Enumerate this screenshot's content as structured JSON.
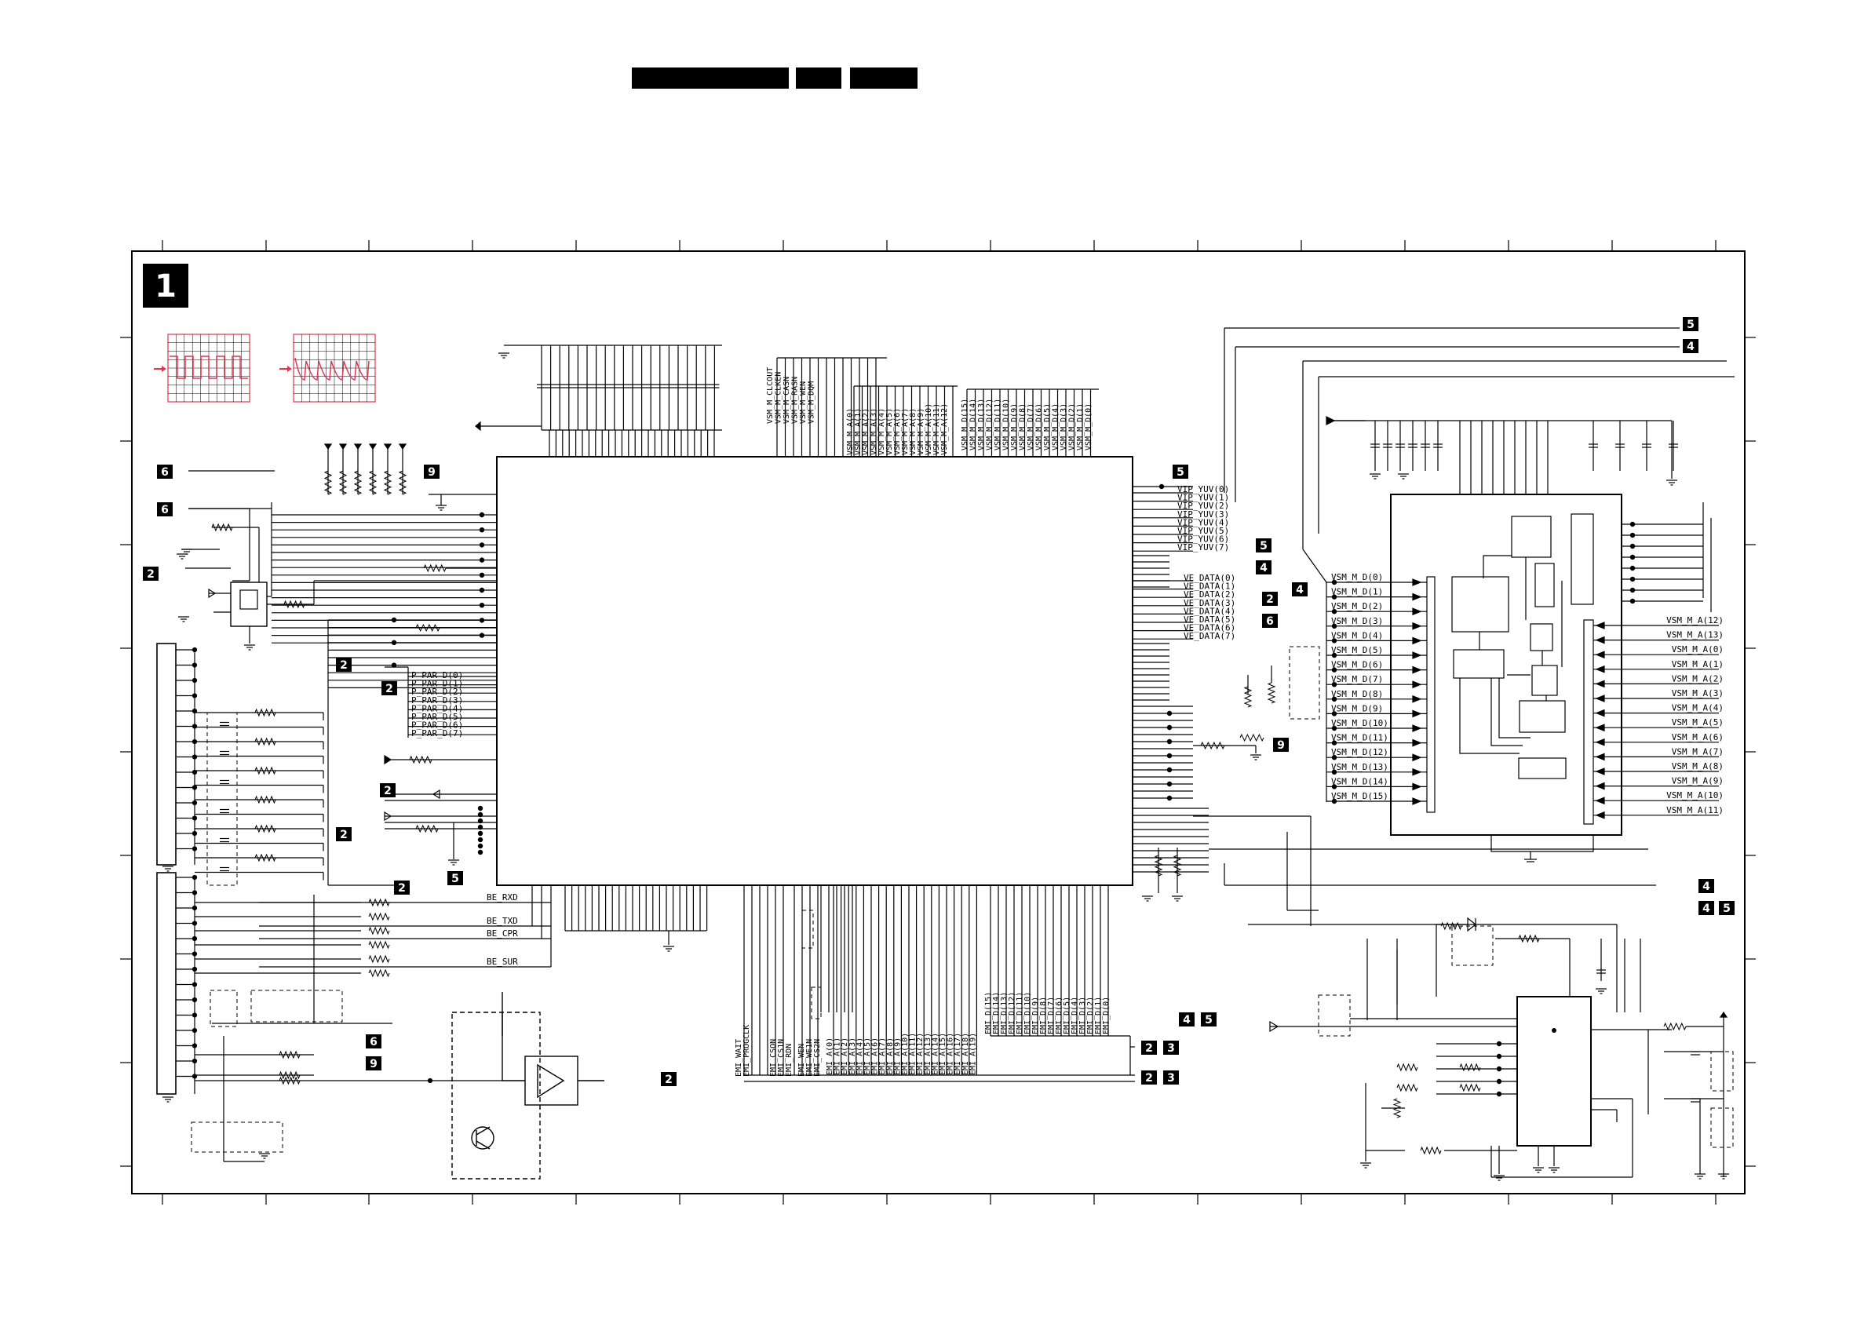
{
  "sheet": {
    "number": "1"
  },
  "header_bars": [
    {
      "id": "hb1"
    },
    {
      "id": "hb2"
    },
    {
      "id": "hb3"
    }
  ],
  "badges": [
    {
      "id": "b1",
      "text": "6"
    },
    {
      "id": "b2",
      "text": "6"
    },
    {
      "id": "b3",
      "text": "2"
    },
    {
      "id": "b4",
      "text": "9"
    },
    {
      "id": "b5",
      "text": "2"
    },
    {
      "id": "b6",
      "text": "2"
    },
    {
      "id": "b7",
      "text": "2"
    },
    {
      "id": "b8",
      "text": "2"
    },
    {
      "id": "b9",
      "text": "2"
    },
    {
      "id": "b10",
      "text": "5"
    },
    {
      "id": "b11",
      "text": "6"
    },
    {
      "id": "b12",
      "text": "9"
    },
    {
      "id": "b13",
      "text": "2"
    },
    {
      "id": "b14",
      "text": "5"
    },
    {
      "id": "b15",
      "text": "5"
    },
    {
      "id": "b16",
      "text": "4"
    },
    {
      "id": "b17",
      "text": "4"
    },
    {
      "id": "b18",
      "text": "2"
    },
    {
      "id": "b19",
      "text": "6"
    },
    {
      "id": "b20",
      "text": "9"
    },
    {
      "id": "b21",
      "text": "5"
    },
    {
      "id": "b22",
      "text": "4"
    },
    {
      "id": "b23",
      "text": "4"
    },
    {
      "id": "b24",
      "text": "4"
    },
    {
      "id": "b25",
      "text": "5"
    },
    {
      "id": "b26",
      "text": "4"
    },
    {
      "id": "b27",
      "text": "5"
    },
    {
      "id": "b28",
      "text": "2"
    },
    {
      "id": "b29",
      "text": "3"
    },
    {
      "id": "b30",
      "text": "2"
    },
    {
      "id": "b31",
      "text": "3"
    }
  ],
  "nets": {
    "vip_yuv": [
      "VIP_YUV(0)",
      "VIP_YUV(1)",
      "VIP_YUV(2)",
      "VIP_YUV(3)",
      "VIP_YUV(4)",
      "VIP_YUV(5)",
      "VIP_YUV(6)",
      "VIP_YUV(7)"
    ],
    "ve_data": [
      "VE_DATA(0)",
      "VE_DATA(1)",
      "VE_DATA(2)",
      "VE_DATA(3)",
      "VE_DATA(4)",
      "VE_DATA(5)",
      "VE_DATA(6)",
      "VE_DATA(7)"
    ],
    "p_par": [
      "P_PAR_D(0)",
      "P_PAR_D(1)",
      "P_PAR_D(2)",
      "P_PAR_D(3)",
      "P_PAR_D(4)",
      "P_PAR_D(5)",
      "P_PAR_D(6)",
      "P_PAR_D(7)"
    ],
    "be_signals": [
      "BE_RXD",
      "BE_TXD",
      "BE_CPR",
      "BE_SUR"
    ],
    "vsm_m_d": [
      "VSM_M_D(0)",
      "VSM_M_D(1)",
      "VSM_M_D(2)",
      "VSM_M_D(3)",
      "VSM_M_D(4)",
      "VSM_M_D(5)",
      "VSM_M_D(6)",
      "VSM_M_D(7)",
      "VSM_M_D(8)",
      "VSM_M_D(9)",
      "VSM_M_D(10)",
      "VSM_M_D(11)",
      "VSM_M_D(12)",
      "VSM_M_D(13)",
      "VSM_M_D(14)",
      "VSM_M_D(15)"
    ],
    "vsm_m_a": [
      "VSM_M_A(12)",
      "VSM_M_A(13)",
      "VSM_M_A(0)",
      "VSM_M_A(1)",
      "VSM_M_A(2)",
      "VSM_M_A(3)",
      "VSM_M_A(4)",
      "VSM_M_A(5)",
      "VSM_M_A(6)",
      "VSM_M_A(7)",
      "VSM_M_A(8)",
      "VSM_M_A(9)",
      "VSM_M_A(10)",
      "VSM_M_A(11)"
    ],
    "top_ctrl": [
      "VSM_M_CLCOUT",
      "VSM_M_CLKEN",
      "VSM_M_CASN",
      "VSM_M_RASN",
      "VSM_M_WEN",
      "VSM_M_DQM"
    ],
    "top_addr": [
      "VSM_M_A(0)",
      "VSM_M_A(1)",
      "VSM_M_A(2)",
      "VSM_M_A(3)",
      "VSM_M_A(4)",
      "VSM_M_A(5)",
      "VSM_M_A(6)",
      "VSM_M_A(7)",
      "VSM_M_A(8)",
      "VSM_M_A(9)",
      "VSM_M_A(10)",
      "VSM_M_A(11)",
      "VSM_M_A(12)"
    ],
    "top_data": [
      "VSM_M_D(15)",
      "VSM_M_D(14)",
      "VSM_M_D(13)",
      "VSM_M_D(12)",
      "VSM_M_D(11)",
      "VSM_M_D(10)",
      "VSM_M_D(9)",
      "VSM_M_D(8)",
      "VSM_M_D(7)",
      "VSM_M_D(6)",
      "VSM_M_D(5)",
      "VSM_M_D(4)",
      "VSM_M_D(3)",
      "VSM_M_D(2)",
      "VSM_M_D(1)",
      "VSM_M_D(0)"
    ],
    "em_ctrl": [
      "EMI_WAIT",
      "EMI_PROGCLK",
      "EMI_CSON",
      "EMI_CS1N",
      "EMI_RDN",
      "EMI_WEN",
      "EMI_WE1N",
      "EMI_CS2N"
    ],
    "em_addr": [
      "EMI_A(0)",
      "EMI_A(1)",
      "EMI_A(2)",
      "EMI_A(3)",
      "EMI_A(4)",
      "EMI_A(5)",
      "EMI_A(6)",
      "EMI_A(7)",
      "EMI_A(8)",
      "EMI_A(9)",
      "EMI_A(10)",
      "EMI_A(11)",
      "EMI_A(12)",
      "EMI_A(13)",
      "EMI_A(14)",
      "EMI_A(15)",
      "EMI_A(16)",
      "EMI_A(17)",
      "EMI_A(18)",
      "EMI_A(19)"
    ],
    "em_data": [
      "EMI_D(15)",
      "EMI_D(14)",
      "EMI_D(13)",
      "EMI_D(12)",
      "EMI_D(11)",
      "EMI_D(10)",
      "EMI_D(9)",
      "EMI_D(8)",
      "EMI_D(7)",
      "EMI_D(6)",
      "EMI_D(5)",
      "EMI_D(4)",
      "EMI_D(3)",
      "EMI_D(2)",
      "EMI_D(1)",
      "EMI_D(0)"
    ]
  },
  "colors": {
    "ink": "#000000",
    "waveform": "#e0394f",
    "paper": "#ffffff"
  }
}
